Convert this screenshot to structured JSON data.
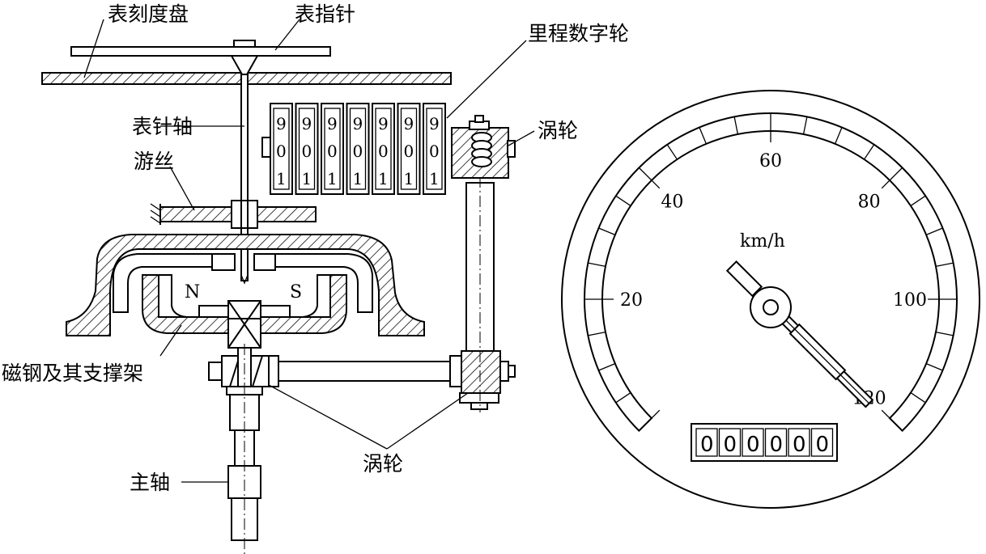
{
  "labels": {
    "dial": "表刻度盘",
    "pointer": "表指针",
    "odometer_wheels": "里程数字轮",
    "pointer_shaft": "表针轴",
    "worm_top": "涡轮",
    "hairspring": "游丝",
    "magnet": "磁钢及其支撑架",
    "worm_bottom": "涡轮",
    "main_shaft": "主轴"
  },
  "magnet_poles": {
    "north": "N",
    "south": "S"
  },
  "digit_wheels": [
    [
      "9",
      "0",
      "1"
    ],
    [
      "9",
      "0",
      "1"
    ],
    [
      "9",
      "0",
      "1"
    ],
    [
      "9",
      "0",
      "1"
    ],
    [
      "9",
      "0",
      "1"
    ],
    [
      "9",
      "0",
      "1"
    ],
    [
      "9",
      "0",
      "1"
    ]
  ],
  "gauge": {
    "unit": "km/h",
    "scale": [
      "20",
      "40",
      "60",
      "80",
      "100",
      "120"
    ],
    "odometer": [
      "0",
      "0",
      "0",
      "0",
      "0",
      "0"
    ]
  }
}
